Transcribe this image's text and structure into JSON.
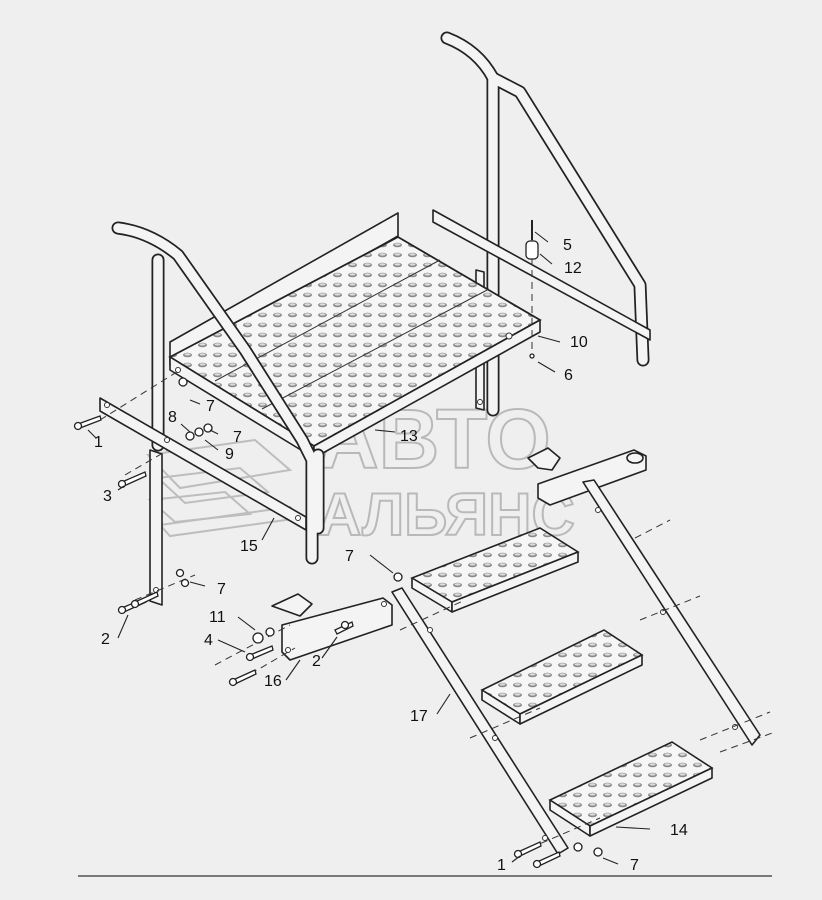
{
  "watermark": {
    "line1": "АВТО",
    "line2": "АЛЬЯНС"
  },
  "callouts": [
    {
      "id": "c5",
      "text": "5"
    },
    {
      "id": "c12",
      "text": "12"
    },
    {
      "id": "c10",
      "text": "10"
    },
    {
      "id": "c6",
      "text": "6"
    },
    {
      "id": "c13",
      "text": "13"
    },
    {
      "id": "c7a",
      "text": "7"
    },
    {
      "id": "c1a",
      "text": "1"
    },
    {
      "id": "c8",
      "text": "8"
    },
    {
      "id": "c7b",
      "text": "7"
    },
    {
      "id": "c9",
      "text": "9"
    },
    {
      "id": "c3",
      "text": "3"
    },
    {
      "id": "c15",
      "text": "15"
    },
    {
      "id": "c7c",
      "text": "7"
    },
    {
      "id": "c2a",
      "text": "2"
    },
    {
      "id": "c7d",
      "text": "7"
    },
    {
      "id": "c11",
      "text": "11"
    },
    {
      "id": "c4",
      "text": "4"
    },
    {
      "id": "c2b",
      "text": "2"
    },
    {
      "id": "c16",
      "text": "16"
    },
    {
      "id": "c17",
      "text": "17"
    },
    {
      "id": "c14",
      "text": "14"
    },
    {
      "id": "c1b",
      "text": "1"
    },
    {
      "id": "c7e",
      "text": "7"
    }
  ]
}
